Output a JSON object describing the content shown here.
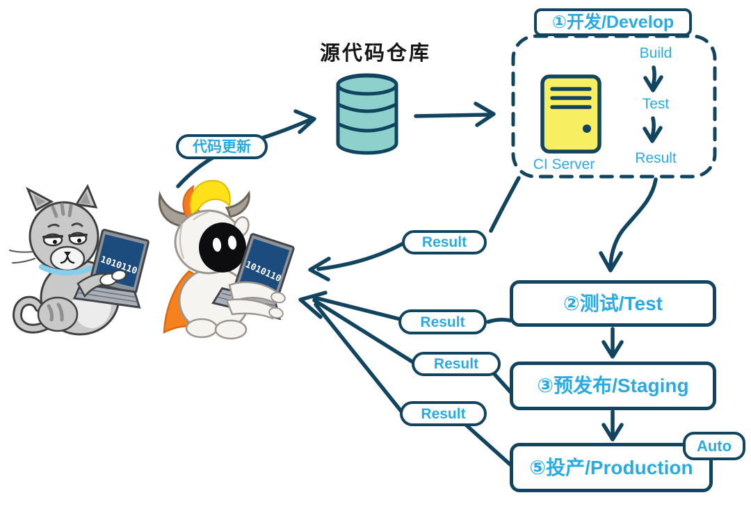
{
  "colors": {
    "ink": "#11445F",
    "cyan": "#29ABE2",
    "server_yellow": "#F8EE61",
    "database_teal": "#8ED0CB",
    "laptop_screen_navy": "#1C4B7D",
    "cape_orange": "#F5821F",
    "hair_yellow": "#FFE11A"
  },
  "repo": {
    "title": "源代码仓库"
  },
  "develop_box": {
    "label": "①开发/Develop",
    "server_label": "CI Server",
    "steps": [
      "Build",
      "Test",
      "Result"
    ]
  },
  "flow": {
    "code_update_label": "代码更新",
    "result_labels": [
      "Result",
      "Result",
      "Result",
      "Result"
    ]
  },
  "stages": [
    {
      "label": "②测试/Test"
    },
    {
      "label": "③预发布/Staging"
    },
    {
      "label": "⑤投产/Production",
      "badge": "Auto"
    }
  ],
  "laptops": {
    "cat_screen": "1010110",
    "mascot_screen": "1010110"
  }
}
